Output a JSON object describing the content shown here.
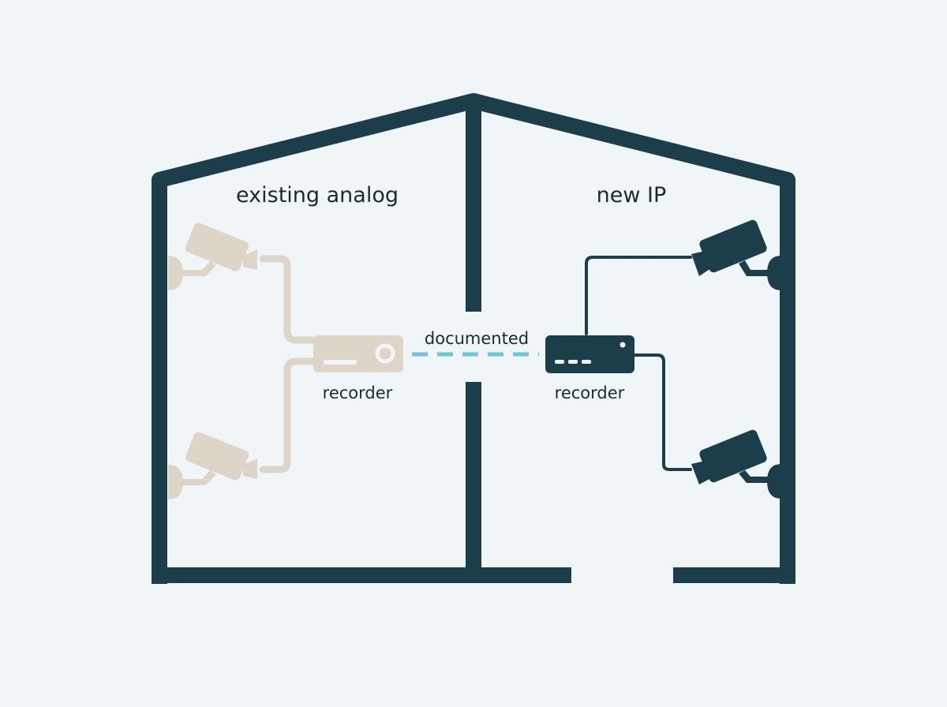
{
  "labels": {
    "left_zone": "existing analog",
    "right_zone": "new IP",
    "link": "documented",
    "left_recorder": "recorder",
    "right_recorder": "recorder"
  },
  "colors": {
    "background": "#f0f5f7",
    "wall": "#1c3e4a",
    "analog": "#dcd5c8",
    "ip": "#1c3e4a",
    "link": "#6cc4d4"
  },
  "icons": {
    "camera": "cctv-camera-icon",
    "recorder": "recorder-icon"
  }
}
